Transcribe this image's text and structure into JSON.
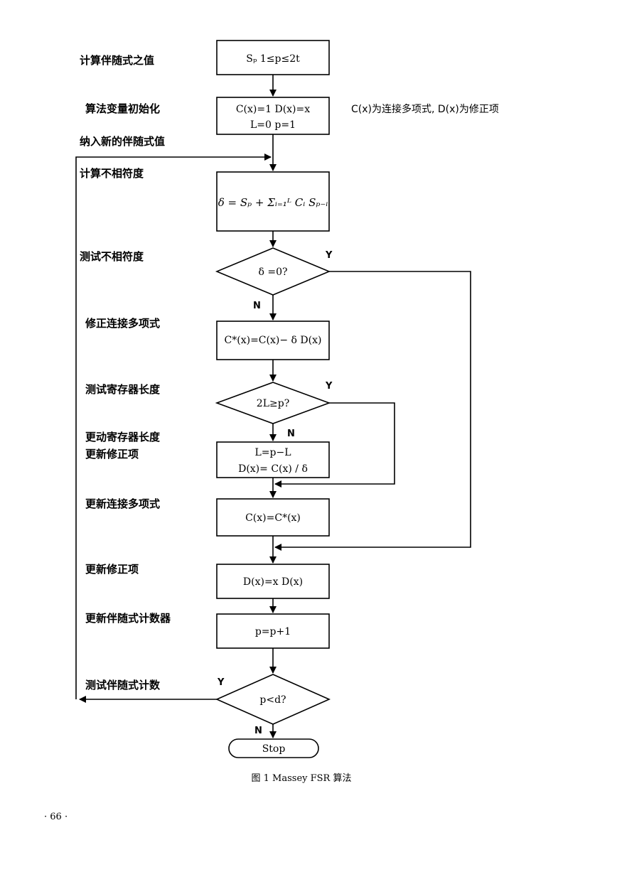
{
  "steps": {
    "s1": "计算伴随式之值",
    "s2": "算法变量初始化",
    "s3": "纳入新的伴随式值",
    "s4": "计算不相符度",
    "s5": "测试不相符度",
    "s6": "修正连接多项式",
    "s7": "测试寄存器长度",
    "s8a": "更动寄存器长度",
    "s8b": "更新修正项",
    "s9": "更新连接多项式",
    "s10": "更新修正项",
    "s11": "更新伴随式计数器",
    "s12": "测试伴随式计数"
  },
  "boxes": {
    "b1": "Sₚ  1≤p≤2t",
    "b2_line1": "C(x)=1  D(x)=x",
    "b2_line2": "L=0   p=1",
    "b3": "δ = Sₚ + Σᵢ₌₁ᴸ Cᵢ Sₚ₋ᵢ",
    "d1": "δ =0?",
    "b4": "C*(x)=C(x)− δ D(x)",
    "d2": "2L≥p?",
    "b5_line1": "L=p−L",
    "b5_line2": "D(x)=  C(x) / δ",
    "b6": "C(x)=C*(x)",
    "b7": "D(x)=x  D(x)",
    "b8": "p=p+1",
    "d3": "p<d?",
    "stop": "Stop"
  },
  "note": "C(x)为连接多项式, D(x)为修正项",
  "branches": {
    "yes": "Y",
    "no": "N"
  },
  "caption": "图 1   Massey FSR 算法",
  "page_number": "· 66 ·"
}
